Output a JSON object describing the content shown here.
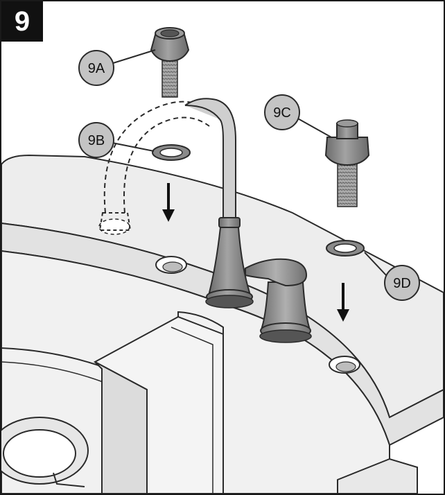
{
  "step": {
    "number": "9"
  },
  "callouts": {
    "a": "9A",
    "b": "9B",
    "c": "9C",
    "d": "9D"
  },
  "colors": {
    "line": "#2a2a2a",
    "sink_face": "#ececec",
    "sink_shadow": "#d6d6d6",
    "metal": "#8d8d8d",
    "metal_dark": "#6f6f6f",
    "callout_fill": "#c4c4c4",
    "badge": "#111111"
  },
  "icons": {
    "arrow_left": "down-arrow-icon",
    "arrow_right": "down-arrow-icon"
  }
}
